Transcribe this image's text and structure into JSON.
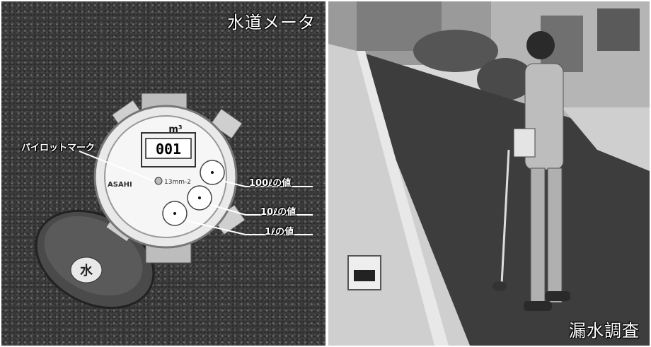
{
  "left_photo": {
    "caption": "水道メータ",
    "labels": {
      "pilot_mark": "パイロットマーク",
      "dial_100l": "100ℓの値",
      "dial_10l": "10ℓの値",
      "dial_1l": "1ℓの値"
    },
    "meter": {
      "brand": "ASAHI",
      "unit": "m³",
      "counter": "001",
      "model": "13mm-2",
      "lid_marking": "水"
    }
  },
  "right_photo": {
    "caption": "漏水調査"
  },
  "colors": {
    "background": "#ffffff",
    "caption_text": "#ffffff",
    "asphalt": "#3a3a3a"
  }
}
